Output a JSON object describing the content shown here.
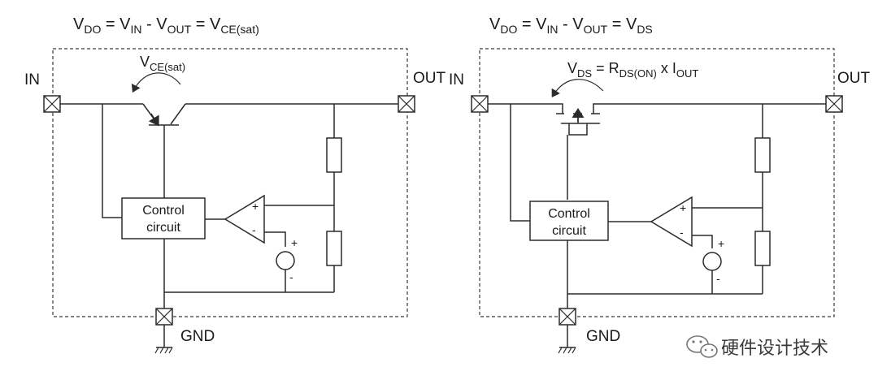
{
  "left": {
    "equation": {
      "v": "V",
      "s1": "DO",
      "eq1": " = V",
      "s2": "IN",
      "mid": " - V",
      "s3": "OUT",
      "eq2": " = V",
      "s4": "CE(sat)"
    },
    "annotation": {
      "v": "V",
      "sub": "CE(sat)"
    },
    "in_label": "IN",
    "out_label": "OUT",
    "gnd_label": "GND",
    "control_line1": "Control",
    "control_line2": "circuit",
    "plus": "+",
    "minus": "-"
  },
  "right": {
    "equation": {
      "v": "V",
      "s1": "DO",
      "eq1": " = V",
      "s2": "IN",
      "mid": " - V",
      "s3": "OUT",
      "eq2": " = V",
      "s4": "DS"
    },
    "annotation": {
      "v": "V",
      "s1": "DS",
      "mid": " = R",
      "s2": "DS(ON)",
      "x": " x I",
      "s3": "OUT"
    },
    "in_label": "IN",
    "out_label": "OUT",
    "gnd_label": "GND",
    "control_line1": "Control",
    "control_line2": "circuit",
    "plus": "+",
    "minus": "-"
  },
  "watermark": "硬件设计技术"
}
